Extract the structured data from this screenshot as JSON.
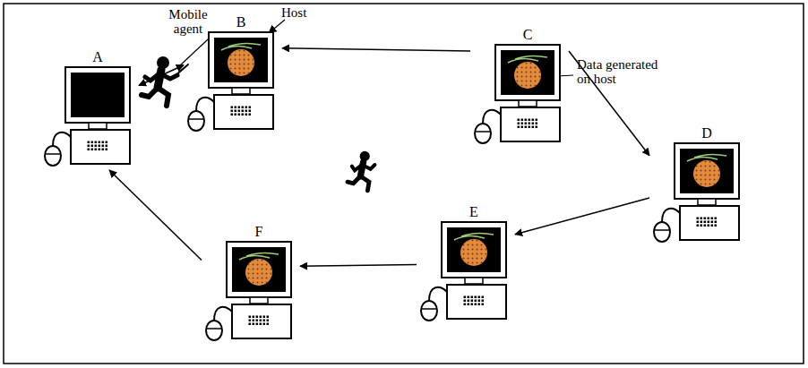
{
  "diagram": {
    "nodes": [
      {
        "text": [
          "A"
        ]
      },
      {
        "text": [
          "B"
        ]
      },
      {
        "text": [
          "C"
        ]
      },
      {
        "text": [
          "D"
        ]
      },
      {
        "text": [
          "E"
        ]
      },
      {
        "text": [
          "F"
        ]
      }
    ],
    "edges": [
      {
        "from": 0,
        "to": 1,
        "arrow": "both"
      },
      {
        "from": 2,
        "to": 1,
        "arrow": "to"
      },
      {
        "from": 2,
        "to": 3,
        "arrow": "to"
      },
      {
        "from": 3,
        "to": 4,
        "arrow": "to"
      },
      {
        "from": 4,
        "to": 5,
        "arrow": "to"
      },
      {
        "from": 5,
        "to": 0,
        "arrow": "to"
      }
    ],
    "labels": [
      "Mobile agent",
      "Host",
      "Data generated on host"
    ]
  }
}
